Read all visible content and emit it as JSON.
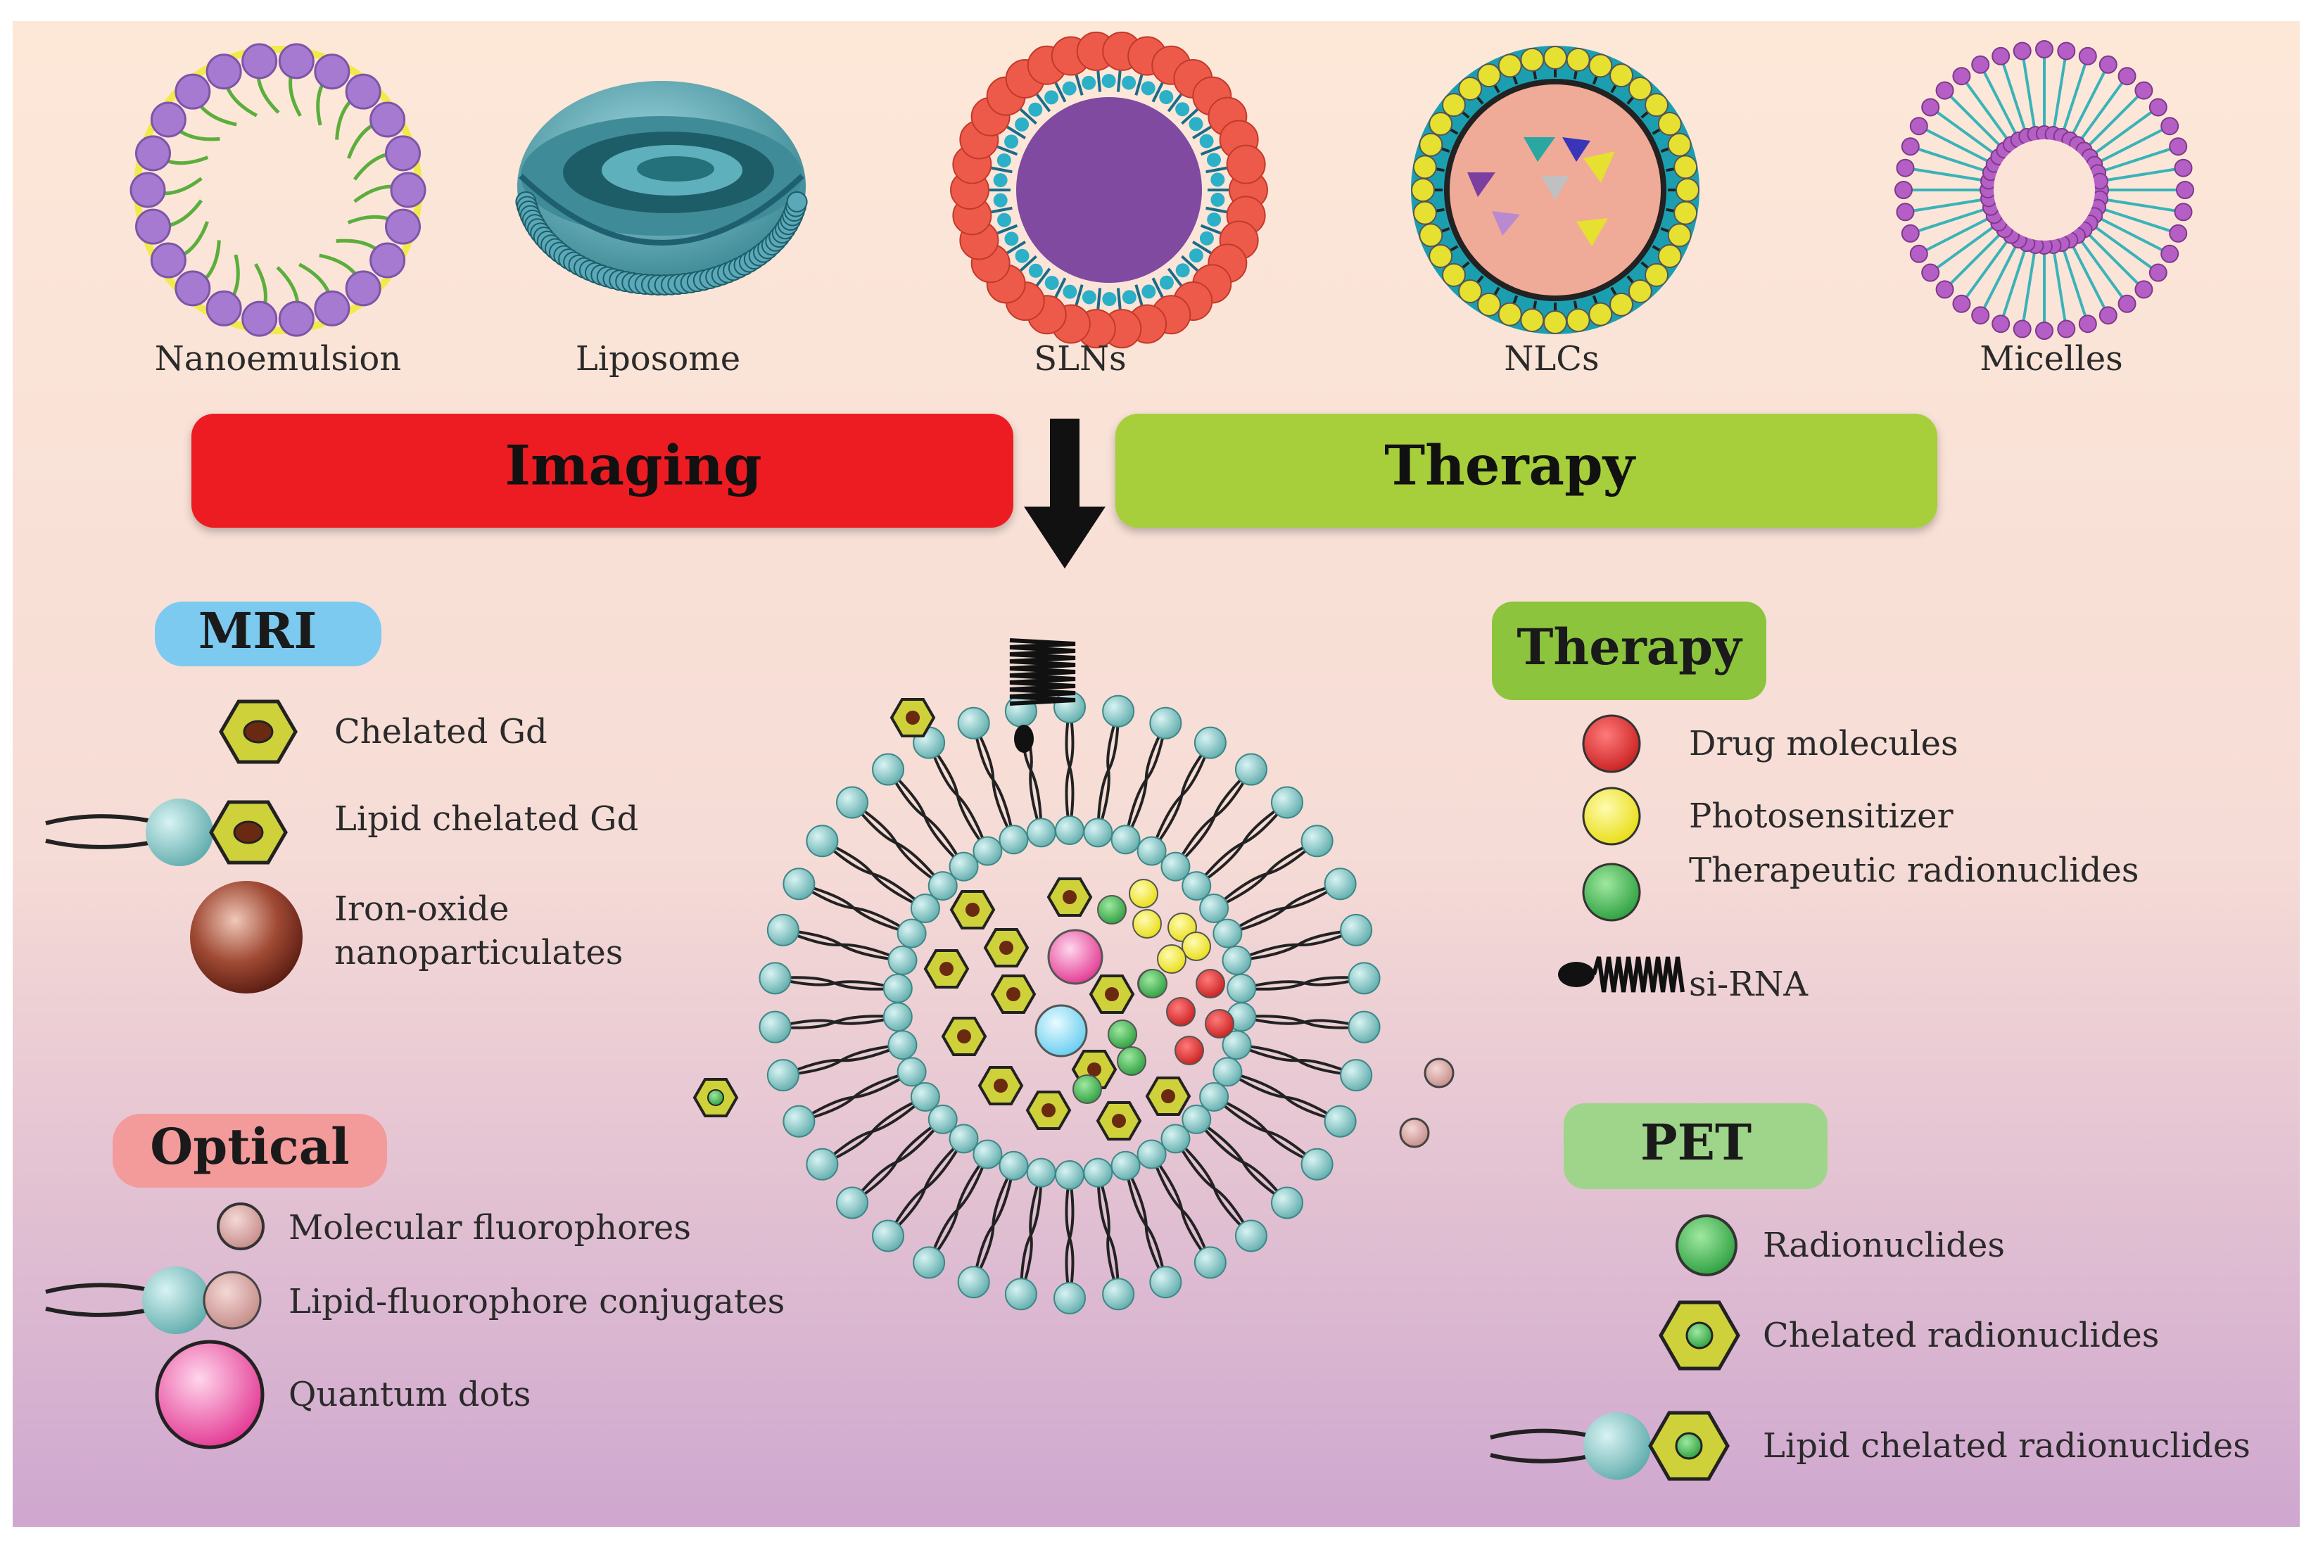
{
  "carriers": [
    {
      "name": "Nanoemulsion",
      "icon": "nanoemulsion-icon"
    },
    {
      "name": "Liposome",
      "icon": "liposome-icon"
    },
    {
      "name": "SLNs",
      "icon": "sln-icon"
    },
    {
      "name": "NLCs",
      "icon": "nlc-icon"
    },
    {
      "name": "Micelles",
      "icon": "micelle-icon"
    }
  ],
  "banners": {
    "imaging": "Imaging",
    "therapy": "Therapy"
  },
  "mri": {
    "title": "MRI",
    "items": [
      "Chelated Gd",
      "Lipid chelated Gd",
      "Iron-oxide",
      "nanoparticulates"
    ]
  },
  "optical": {
    "title": "Optical",
    "items": [
      "Molecular fluorophores",
      "Lipid-fluorophore conjugates",
      "Quantum dots"
    ]
  },
  "therapy": {
    "title": "Therapy",
    "items": [
      "Drug molecules",
      "Photosensitizer",
      "Therapeutic radionuclides",
      "si-RNA"
    ]
  },
  "pet": {
    "title": "PET",
    "items": [
      "Radionuclides",
      "Chelated radionuclides",
      "Lipid chelated radionuclides"
    ]
  },
  "colors": {
    "imaging_banner": "#ec1c24",
    "therapy_banner": "#a6cf3a",
    "mri_tag": "#7ccaf0",
    "optical_tag": "#f39a9a",
    "therapy_tag": "#8cc43d",
    "pet_tag": "#9fd58a",
    "lipid_head": "#8fcfcf",
    "drug": "#d62828",
    "photosensitizer": "#f3ea1a",
    "radionuclide": "#3ab54a",
    "chelate": "#cfd13a",
    "fluorophore": "#d8a3a0",
    "quantum_dot": "#ec3c96",
    "iron_oxide": "#7a2518"
  }
}
